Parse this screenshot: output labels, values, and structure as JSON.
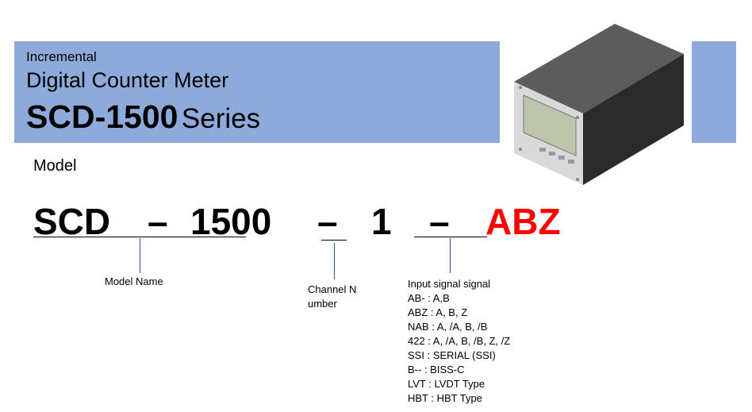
{
  "header": {
    "line1": "Incremental",
    "line2": "Digital Counter Meter",
    "line3_bold": "SCD-1500",
    "line3_rest": "Series"
  },
  "model_heading": "Model",
  "code": {
    "part1": "SCD",
    "sep1": "–",
    "part2": "1500",
    "sep2": "–",
    "part3": "1",
    "sep3": "–",
    "part4": "ABZ"
  },
  "labels": {
    "model_name": "Model Name",
    "channel_line1": "Channel N",
    "channel_line2": "umber",
    "input_title": "Input signal signal"
  },
  "input_options": [
    "AB- : A,B",
    "ABZ : A, B, Z",
    "NAB : A, /A, B, /B",
    "422 : A, /A, B, /B, Z, /Z",
    "SSI : SERIAL (SSI)",
    "B-- : BISS-C",
    "LVT : LVDT Type",
    "HBT : HBT Type"
  ],
  "colors": {
    "banner": "#8eaadb",
    "suffix": "#ff0000",
    "connector": "#2f5597"
  }
}
